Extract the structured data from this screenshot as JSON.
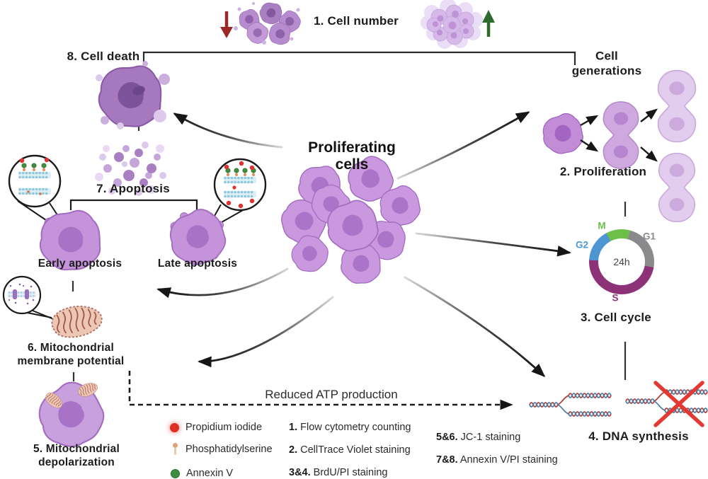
{
  "labels": {
    "cell_number": "1. Cell number",
    "cell_death": "8. Cell death",
    "cell_generations": "Cell generations",
    "proliferation": "2. Proliferation",
    "cell_cycle": "3. Cell cycle",
    "dna_synthesis": "4. DNA synthesis",
    "apoptosis": "7. Apoptosis",
    "early_apoptosis": "Early apoptosis",
    "late_apoptosis": "Late apoptosis",
    "mito_membrane_potential": "6. Mitochondrial membrane potential",
    "mito_depolarization": "5. Mitochondrial depolarization",
    "reduced_atp": "Reduced ATP production"
  },
  "center_title": "Proliferating cells",
  "colors": {
    "decrease_arrow": "#9c2727",
    "increase_arrow": "#2e6b2e",
    "cell_body": "#c998de",
    "cell_nucleus": "#ab74c8",
    "dna_red_strand": "#b0413e",
    "dna_blue_strand": "#4e7ea8",
    "blocked_cross": "#e23a32"
  },
  "chart_data": {
    "type": "pie",
    "donut": true,
    "title": "3. Cell cycle",
    "center_label": "24h",
    "note": "degrees clockwise from 12 o'clock",
    "segments": [
      {
        "label": "M",
        "color": "#6cbf47",
        "start_deg": 332,
        "end_deg": 375
      },
      {
        "label": "G1",
        "color": "#8a8a8d",
        "start_deg": 15,
        "end_deg": 100
      },
      {
        "label": "S",
        "color": "#8e3278",
        "start_deg": 100,
        "end_deg": 273
      },
      {
        "label": "G2",
        "color": "#4d96d1",
        "start_deg": 273,
        "end_deg": 332
      }
    ]
  },
  "legend": {
    "markers": [
      {
        "name": "propidium-iodide",
        "label": "Propidium iodide",
        "color": "#dd2f23"
      },
      {
        "name": "phosphatidylserine",
        "label": "Phosphatidylserine",
        "color": "#dfa07a"
      },
      {
        "name": "annexin-v",
        "label": "Annexin V",
        "color": "#3e8e41"
      }
    ],
    "methods_col1": [
      {
        "num": "1.",
        "label": "Flow cytometry counting"
      },
      {
        "num": "2.",
        "label": "CellTrace Violet staining"
      },
      {
        "num": "3&4.",
        "label": "BrdU/PI staining"
      }
    ],
    "methods_col2": [
      {
        "num": "5&6.",
        "label": "JC-1 staining"
      },
      {
        "num": "7&8.",
        "label": "Annexin V/PI staining"
      }
    ]
  }
}
